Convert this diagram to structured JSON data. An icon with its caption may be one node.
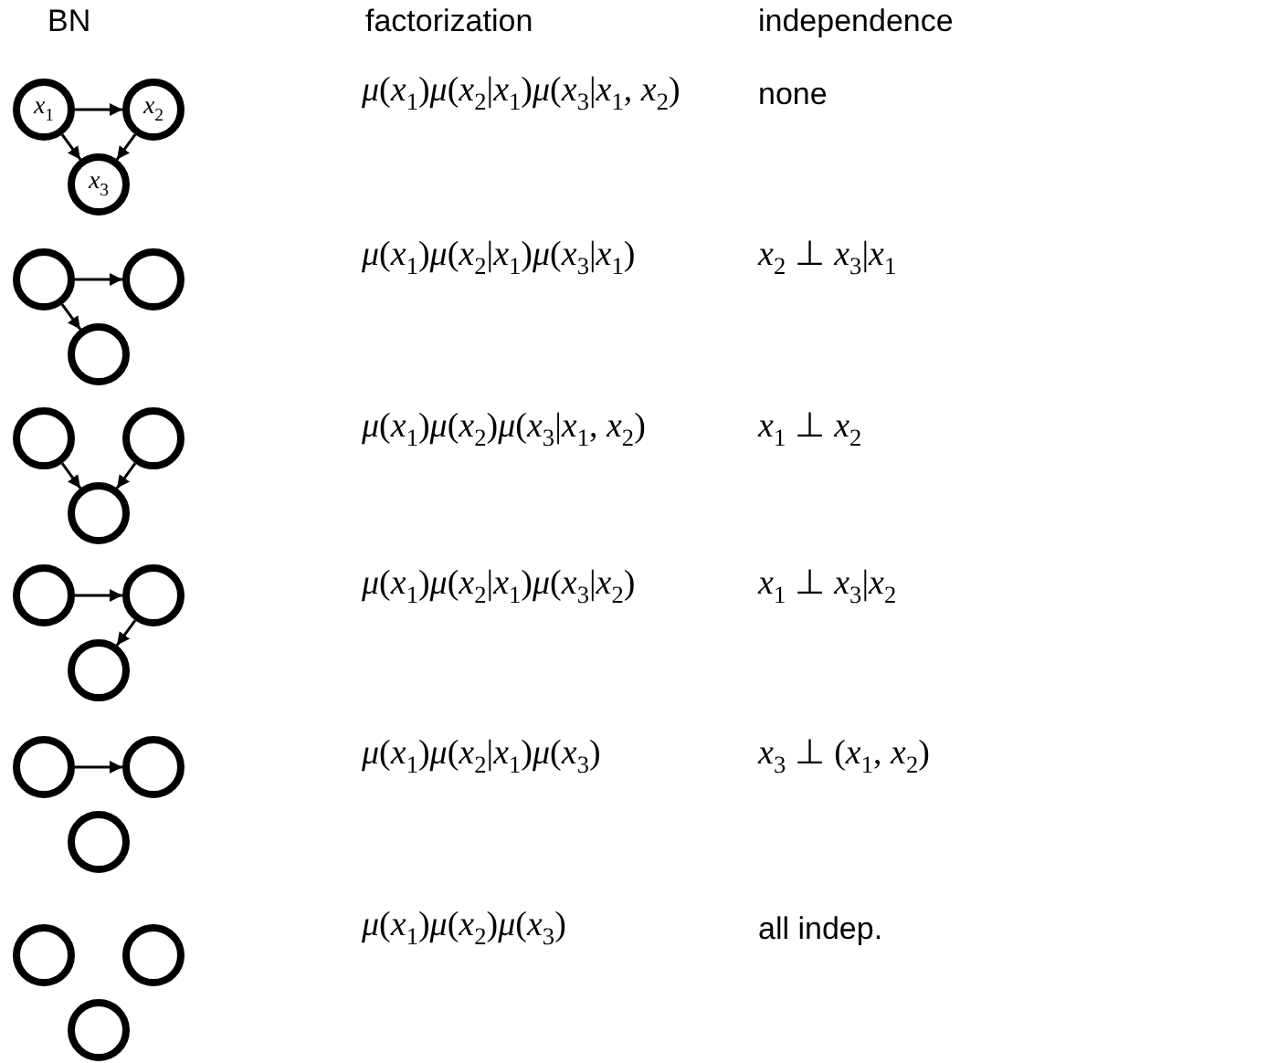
{
  "diagram": {
    "nodes": [
      {
        "text": [
          "*x*$_{1}$"
        ]
      },
      {
        "text": [
          "*x*$_{2}$"
        ]
      },
      {
        "text": [
          "*x*$_{3}$"
        ]
      },
      {
        "text": [],
        "shape": "circle"
      },
      {
        "text": [],
        "shape": "circle"
      },
      {
        "text": [],
        "shape": "circle"
      },
      {
        "text": [],
        "shape": "circle"
      },
      {
        "text": [],
        "shape": "circle"
      },
      {
        "text": [],
        "shape": "circle"
      },
      {
        "text": [],
        "shape": "circle"
      },
      {
        "text": [],
        "shape": "circle"
      },
      {
        "text": [],
        "shape": "circle"
      },
      {
        "text": [],
        "shape": "circle"
      },
      {
        "text": [],
        "shape": "circle"
      },
      {
        "text": [],
        "shape": "circle"
      },
      {
        "text": [],
        "shape": "circle"
      },
      {
        "text": [],
        "shape": "circle"
      },
      {
        "text": [],
        "shape": "circle"
      }
    ],
    "edges": [
      {
        "from": 0,
        "to": 1,
        "arrow": "to"
      },
      {
        "from": 0,
        "to": 2,
        "arrow": "to"
      },
      {
        "from": 1,
        "to": 2,
        "arrow": "to"
      },
      {
        "from": 3,
        "to": 4,
        "arrow": "to"
      },
      {
        "from": 3,
        "to": 5,
        "arrow": "to"
      },
      {
        "from": 6,
        "to": 8,
        "arrow": "to"
      },
      {
        "from": 7,
        "to": 8,
        "arrow": "to"
      },
      {
        "from": 9,
        "to": 10,
        "arrow": "to"
      },
      {
        "from": 10,
        "to": 11,
        "arrow": "to"
      },
      {
        "from": 12,
        "to": 13,
        "arrow": "to"
      }
    ],
    "labels": [
      "BN",
      "factorization",
      "independence",
      "*μ*(*x*$_{1}$)*μ*(*x*$_{2}$|*x*$_{1}$)*μ*(*x*$_{3}$|*x*$_{1}$, *x*$_{2}$)",
      "none",
      "*μ*(*x*$_{1}$)*μ*(*x*$_{2}$|*x*$_{1}$)*μ*(*x*$_{3}$|*x*$_{1}$)",
      "*x*$_{2}$ ⊥ *x*$_{3}$|*x*$_{1}$",
      "*μ*(*x*$_{1}$)*μ*(*x*$_{2}$)*μ*(*x*$_{3}$|*x*$_{1}$, *x*$_{2}$)",
      "*x*$_{1}$ ⊥ *x*$_{2}$",
      "*μ*(*x*$_{1}$)*μ*(*x*$_{2}$|*x*$_{1}$)*μ*(*x*$_{3}$|*x*$_{2}$)",
      "*x*$_{1}$ ⊥ *x*$_{3}$|*x*$_{2}$",
      "*μ*(*x*$_{1}$)*μ*(*x*$_{2}$|*x*$_{1}$)*μ*(*x*$_{3}$)",
      "*x*$_{3}$ ⊥ (*x*$_{1}$, *x*$_{2}$)",
      "*μ*(*x*$_{1}$)*μ*(*x*$_{2}$)*μ*(*x*$_{3}$)",
      "all indep."
    ]
  }
}
